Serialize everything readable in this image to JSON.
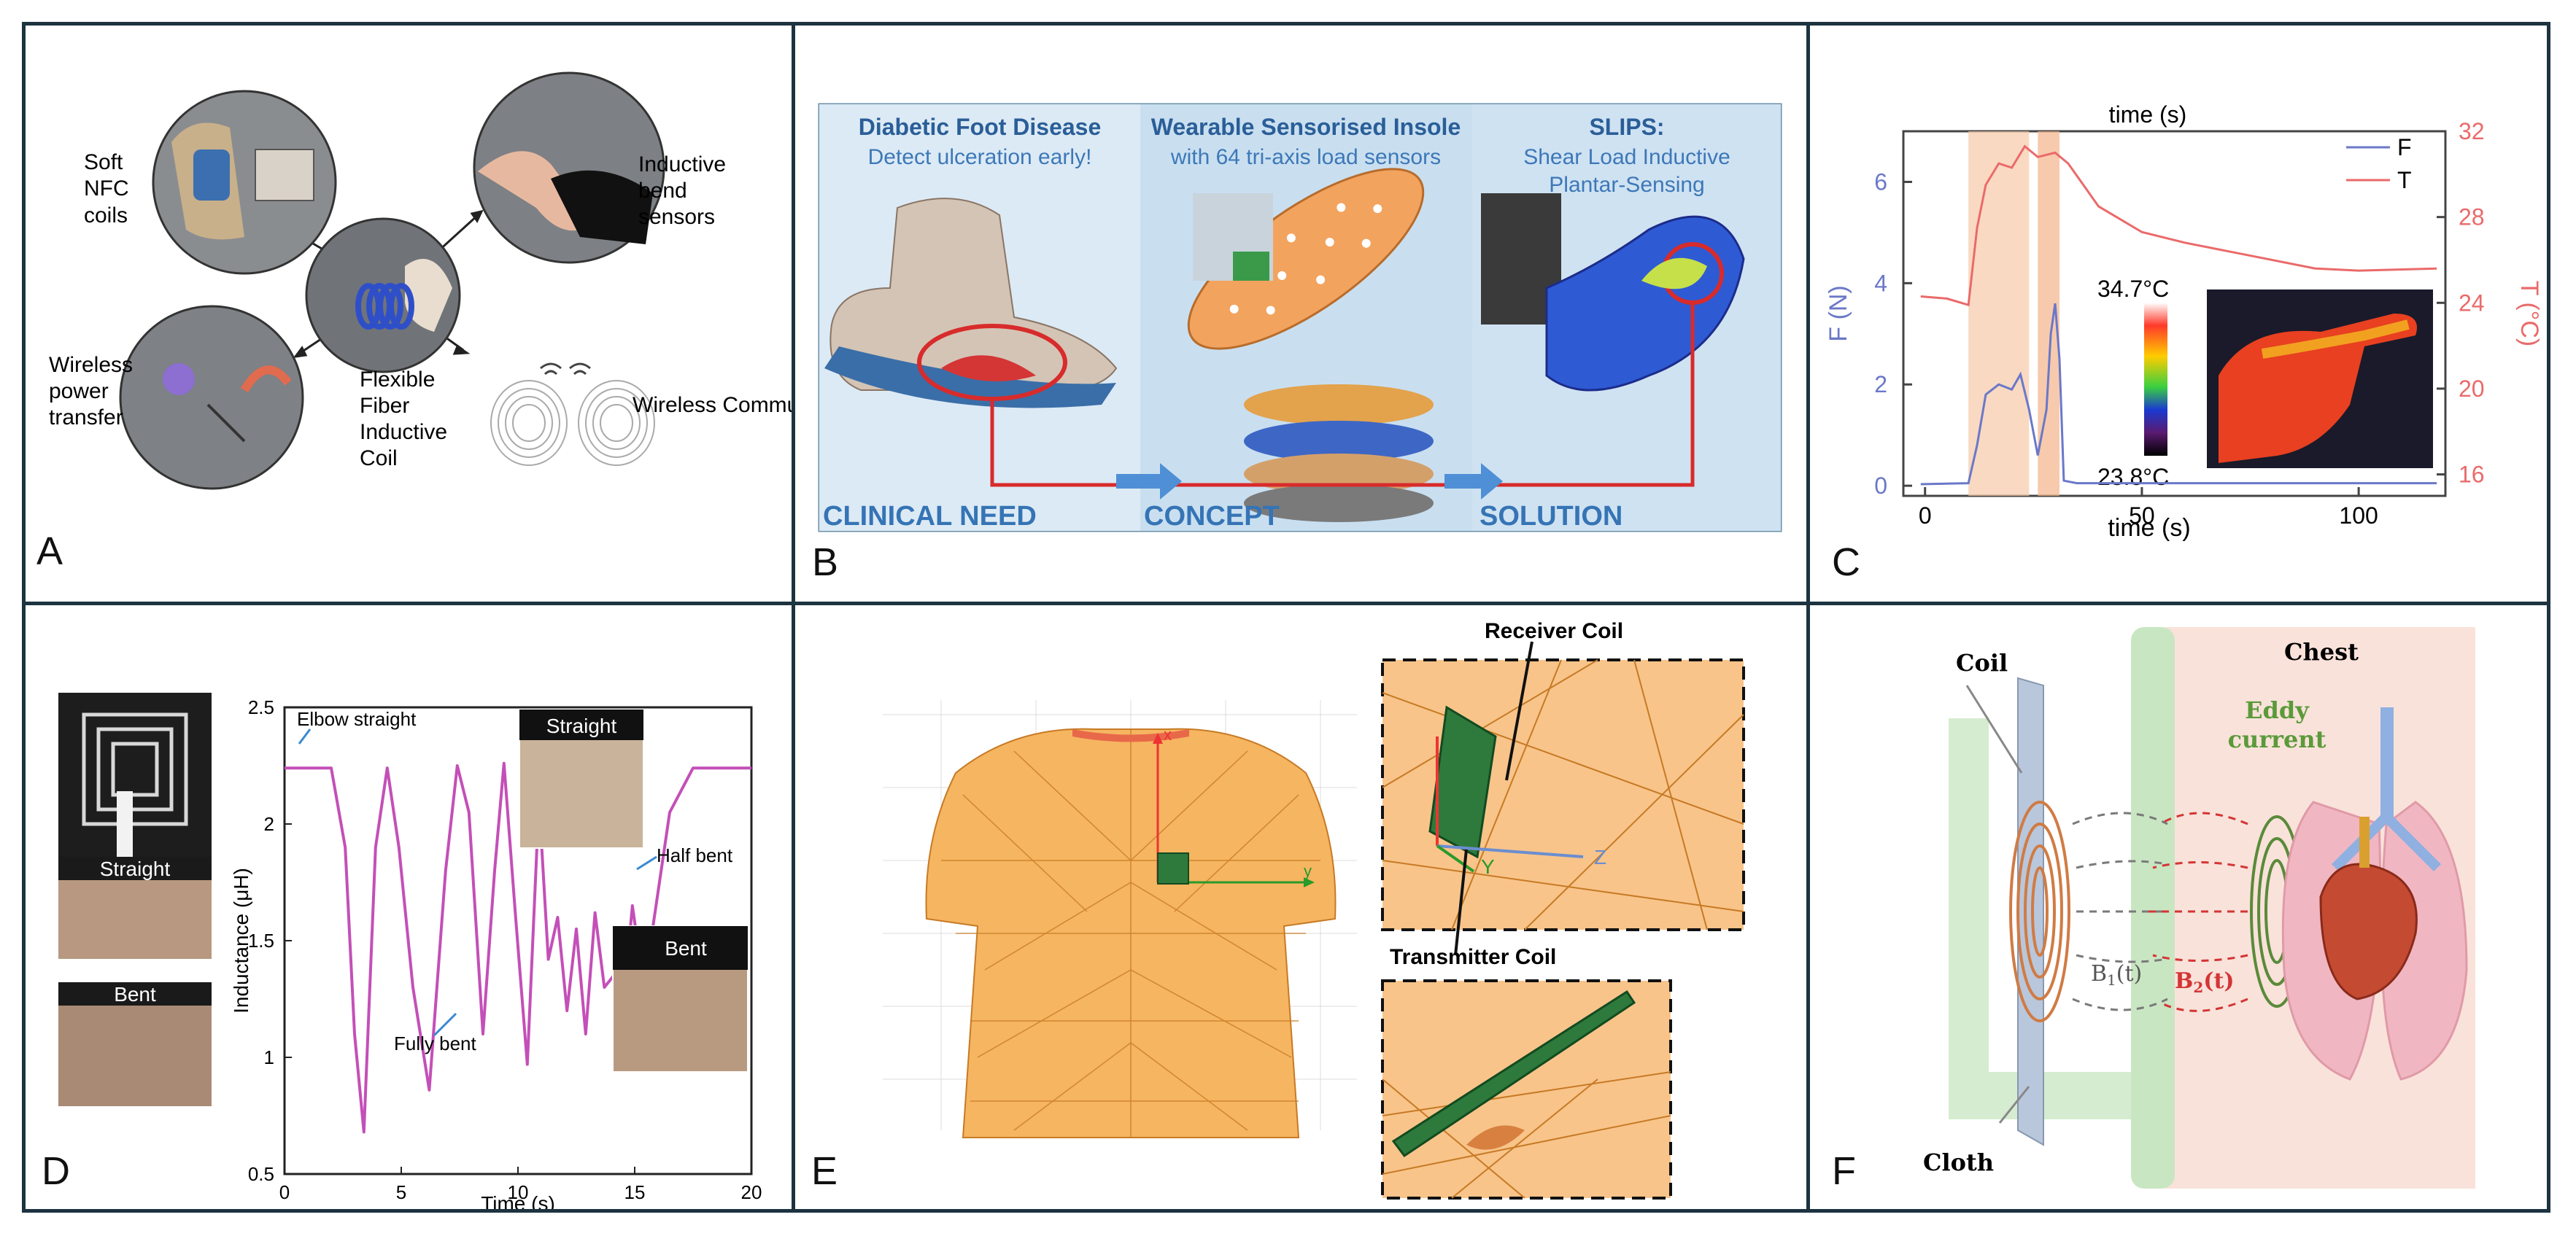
{
  "panels": {
    "a": {
      "letter": "A",
      "labels": {
        "nfc": [
          "Soft",
          "NFC",
          "coils"
        ],
        "bend": [
          "Inductive",
          "bend",
          "sensors"
        ],
        "power": [
          "Wireless",
          "power",
          "transfer"
        ],
        "fiber": [
          "Flexible",
          "Fiber",
          "Inductive",
          "Coil"
        ],
        "comm": "Wireless Communication"
      }
    },
    "b": {
      "letter": "B",
      "col1_title": "Diabetic Foot Disease",
      "col1_sub": "Detect ulceration early!",
      "col2_title": "Wearable Sensorised Insole",
      "col2_sub": "with 64 tri-axis load sensors",
      "col3_title": "SLIPS:",
      "col3_sub1": "Shear Load Inductive",
      "col3_sub2": "Plantar-Sensing",
      "bottom": [
        "CLINICAL NEED",
        "CONCEPT",
        "SOLUTION"
      ]
    },
    "c": {
      "letter": "C",
      "top_axis_label": "time (s)",
      "x_label": "time (s)",
      "y_left_label": "F (N)",
      "y_right_label": "T (°C)",
      "legend": [
        "F",
        "T"
      ],
      "colorbar_max": "34.7°C",
      "colorbar_min": "23.8°C",
      "colors": {
        "force": "#6a78c8",
        "temp": "#ea6a6a"
      }
    },
    "d": {
      "letter": "D",
      "y_label": "Inductance (μH)",
      "x_label": "Time (s)",
      "annotations": {
        "elbow": "Elbow straight",
        "fully": "Fully bent",
        "half": "Half bent"
      },
      "photo_labels": {
        "straight_left": "Straight",
        "bent_left": "Bent",
        "straight_inset": "Straight",
        "bent_inset": "Bent"
      },
      "line_color": "#c44fb8"
    },
    "e": {
      "letter": "E",
      "receiver": "Receiver Coil",
      "transmitter": "Transmitter Coil",
      "axis_y": "Y",
      "axis_z": "Z",
      "axis_x": "x",
      "axis_y_main": "y"
    },
    "f": {
      "letter": "F",
      "coil": "Coil",
      "chest": "Chest",
      "eddy1": "Eddy",
      "eddy2": "current",
      "b1": "B",
      "b1_sub": "1",
      "b1_t": "(t)",
      "b2": "B",
      "b2_sub": "2",
      "b2_t": "(t)",
      "cloth": "Cloth"
    }
  },
  "chart_data": [
    {
      "type": "line",
      "panel": "C",
      "xlabel": "time (s)",
      "ylabel": "F (N)",
      "y2label": "T (°C)",
      "xlim": [
        -5,
        120
      ],
      "ylim": [
        -0.2,
        7
      ],
      "y2lim": [
        15,
        32
      ],
      "xticks": [
        0,
        50,
        100
      ],
      "yticks": [
        0,
        2,
        4,
        6
      ],
      "y2ticks": [
        16,
        20,
        24,
        28,
        32
      ],
      "legend": "top-right",
      "series": [
        {
          "name": "F",
          "axis": "left",
          "x": [
            -1,
            10,
            12,
            14,
            17,
            20,
            22,
            24,
            26,
            28,
            29,
            30,
            31,
            32,
            35,
            50,
            75,
            100,
            118
          ],
          "y": [
            0.03,
            0.05,
            0.8,
            1.8,
            2.0,
            1.9,
            2.2,
            1.5,
            0.6,
            1.5,
            3.0,
            3.6,
            2.5,
            0.1,
            0.05,
            0.05,
            0.05,
            0.05,
            0.05
          ]
        },
        {
          "name": "T",
          "axis": "right",
          "x": [
            -1,
            5,
            10,
            12,
            14,
            17,
            20,
            23,
            26,
            30,
            33,
            40,
            50,
            60,
            75,
            90,
            100,
            118
          ],
          "y": [
            24.3,
            24.2,
            23.9,
            27.5,
            29.5,
            30.5,
            30.3,
            31.3,
            30.8,
            31.0,
            30.5,
            28.5,
            27.3,
            26.8,
            26.2,
            25.6,
            25.5,
            25.6
          ]
        }
      ]
    },
    {
      "type": "line",
      "panel": "D",
      "xlabel": "Time (s)",
      "ylabel": "Inductance (μH)",
      "xlim": [
        0,
        20
      ],
      "ylim": [
        0.5,
        2.5
      ],
      "xticks": [
        0,
        5,
        10,
        15,
        20
      ],
      "yticks": [
        0.5,
        1,
        1.5,
        2,
        2.5
      ],
      "series": [
        {
          "name": "",
          "x": [
            0,
            2,
            2.6,
            3.0,
            3.4,
            3.9,
            4.4,
            4.9,
            5.5,
            6.2,
            6.9,
            7.4,
            7.9,
            8.5,
            9.0,
            9.4,
            9.9,
            10.4,
            10.9,
            11.3,
            11.7,
            12.1,
            12.5,
            12.9,
            13.3,
            13.7,
            14.1,
            14.5,
            14.9,
            15.4,
            16.5,
            17.5,
            20
          ],
          "y": [
            2.24,
            2.24,
            1.9,
            1.1,
            0.68,
            1.9,
            2.24,
            1.9,
            1.3,
            0.86,
            1.8,
            2.25,
            2.05,
            1.1,
            1.8,
            2.26,
            1.6,
            0.97,
            2.1,
            1.42,
            1.6,
            1.2,
            1.55,
            1.1,
            1.62,
            1.3,
            1.35,
            1.2,
            1.65,
            1.3,
            2.05,
            2.24,
            2.24
          ]
        }
      ]
    }
  ]
}
